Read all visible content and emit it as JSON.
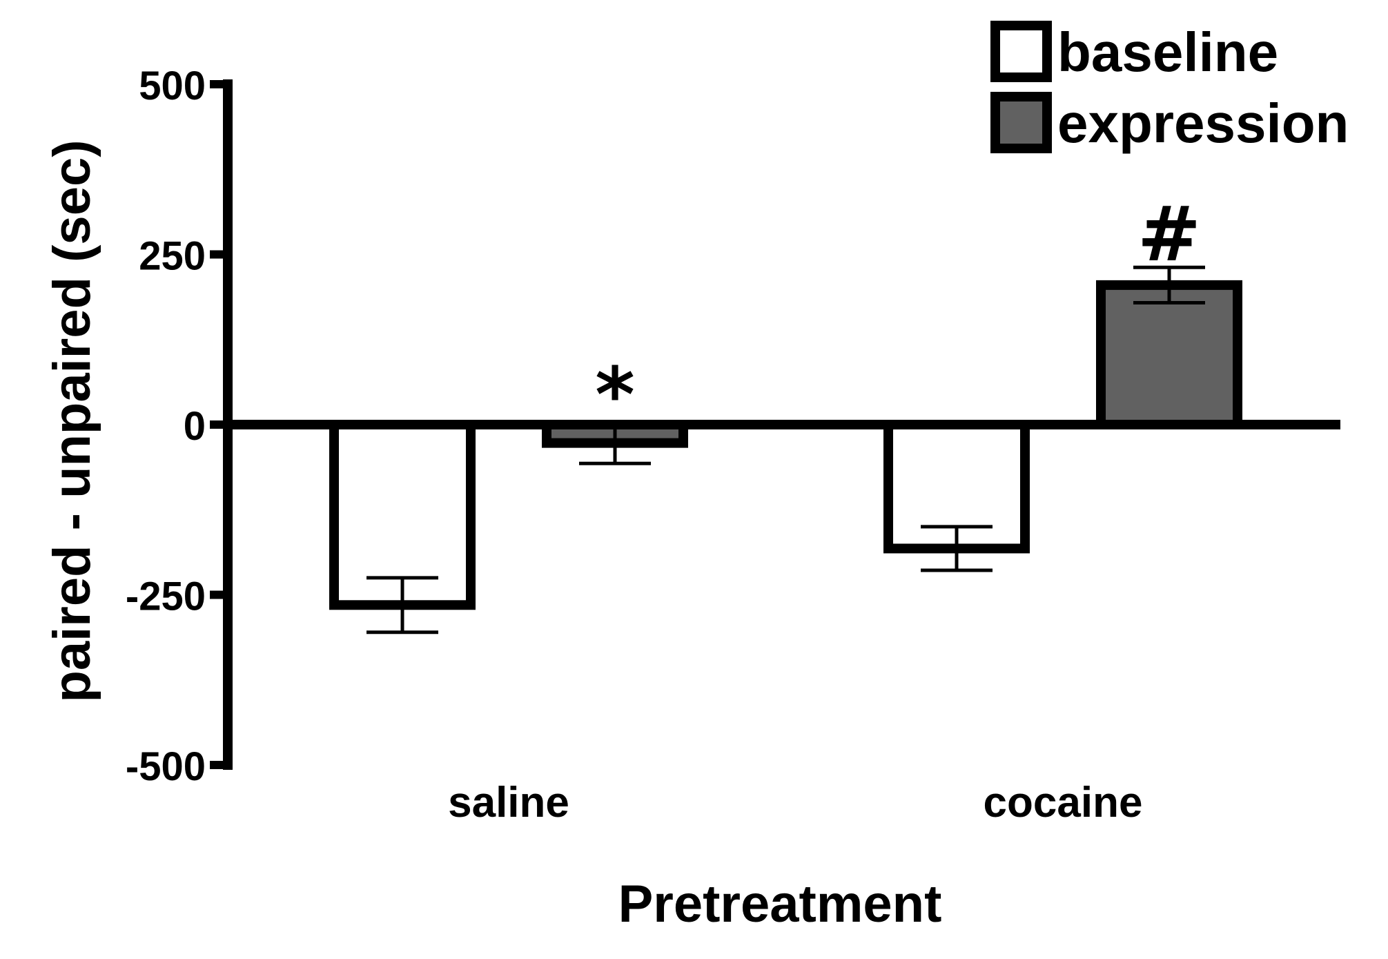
{
  "chart_data": {
    "type": "bar",
    "title": "",
    "xlabel": "Pretreatment",
    "ylabel": "paired - unpaired (sec)",
    "ylim": [
      -500,
      500
    ],
    "yticks": [
      500,
      250,
      0,
      -250,
      -500
    ],
    "ytick_labels": [
      "500",
      "250",
      "0",
      "-250",
      "-500"
    ],
    "categories": [
      "saline",
      "cocaine"
    ],
    "series": [
      {
        "name": "baseline",
        "color": "#ffffff",
        "values": [
          -265,
          -182
        ],
        "errors": [
          40,
          32
        ],
        "annotations": [
          "",
          ""
        ]
      },
      {
        "name": "expression",
        "color": "#616161",
        "values": [
          -27,
          205
        ],
        "errors": [
          30,
          26
        ],
        "annotations": [
          "*",
          "#"
        ]
      }
    ],
    "legend_position": "top-right",
    "grid": false
  }
}
